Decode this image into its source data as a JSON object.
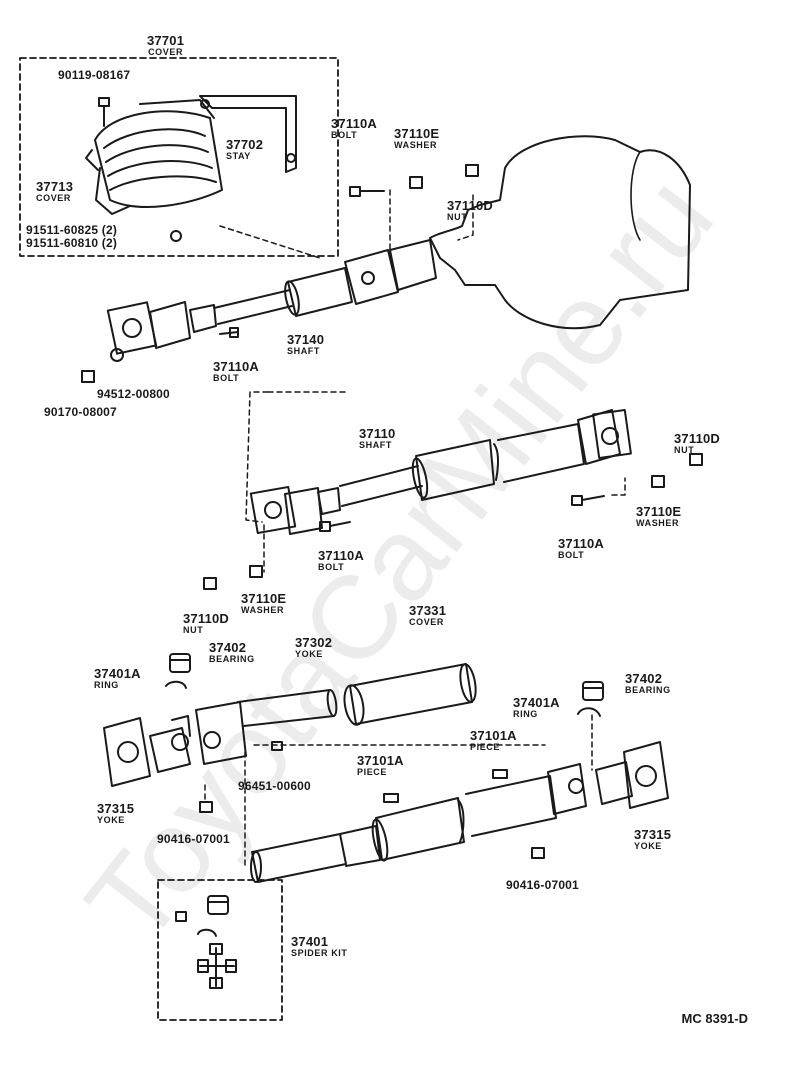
{
  "watermark": "ToyotaCarMine.ru",
  "diagram_code": "MC 8391-D",
  "labels": {
    "cover_37701": {
      "num": "37701",
      "sub": "COVER"
    },
    "p90119": "90119-08167",
    "stay_37702": {
      "num": "37702",
      "sub": "STAY"
    },
    "cover_37713": {
      "num": "37713",
      "sub": "COVER"
    },
    "p91511a": "91511-60825 (2)",
    "p91511b": "91511-60810 (2)",
    "bolt_top": {
      "num": "37110A",
      "sub": "BOLT"
    },
    "washer_top": {
      "num": "37110E",
      "sub": "WASHER"
    },
    "nut_top": {
      "num": "37110D",
      "sub": "NUT"
    },
    "shaft_37140": {
      "num": "37140",
      "sub": "SHAFT"
    },
    "bolt_front": {
      "num": "37110A",
      "sub": "BOLT"
    },
    "p94512": "94512-00800",
    "p90170": "90170-08007",
    "shaft_37110": {
      "num": "37110",
      "sub": "SHAFT"
    },
    "nut_mid_right": {
      "num": "37110D",
      "sub": "NUT"
    },
    "washer_mid_right": {
      "num": "37110E",
      "sub": "WASHER"
    },
    "bolt_mid_right": {
      "num": "37110A",
      "sub": "BOLT"
    },
    "bolt_mid": {
      "num": "37110A",
      "sub": "BOLT"
    },
    "nut_mid_left": {
      "num": "37110D",
      "sub": "NUT"
    },
    "washer_mid_left": {
      "num": "37110E",
      "sub": "WASHER"
    },
    "cover_37331": {
      "num": "37331",
      "sub": "COVER"
    },
    "bearing_left": {
      "num": "37402",
      "sub": "BEARING"
    },
    "yoke_37302": {
      "num": "37302",
      "sub": "YOKE"
    },
    "ring_left": {
      "num": "37401A",
      "sub": "RING"
    },
    "bearing_right": {
      "num": "37402",
      "sub": "BEARING"
    },
    "ring_right": {
      "num": "37401A",
      "sub": "RING"
    },
    "piece_right": {
      "num": "37101A",
      "sub": "PIECE"
    },
    "piece_left": {
      "num": "37101A",
      "sub": "PIECE"
    },
    "p96451": "96451-00600",
    "yoke_left": {
      "num": "37315",
      "sub": "YOKE"
    },
    "p90416_left": "90416-07001",
    "yoke_right": {
      "num": "37315",
      "sub": "YOKE"
    },
    "p90416_right": "90416-07001",
    "spider_kit": {
      "num": "37401",
      "sub": "SPIDER KIT"
    }
  }
}
